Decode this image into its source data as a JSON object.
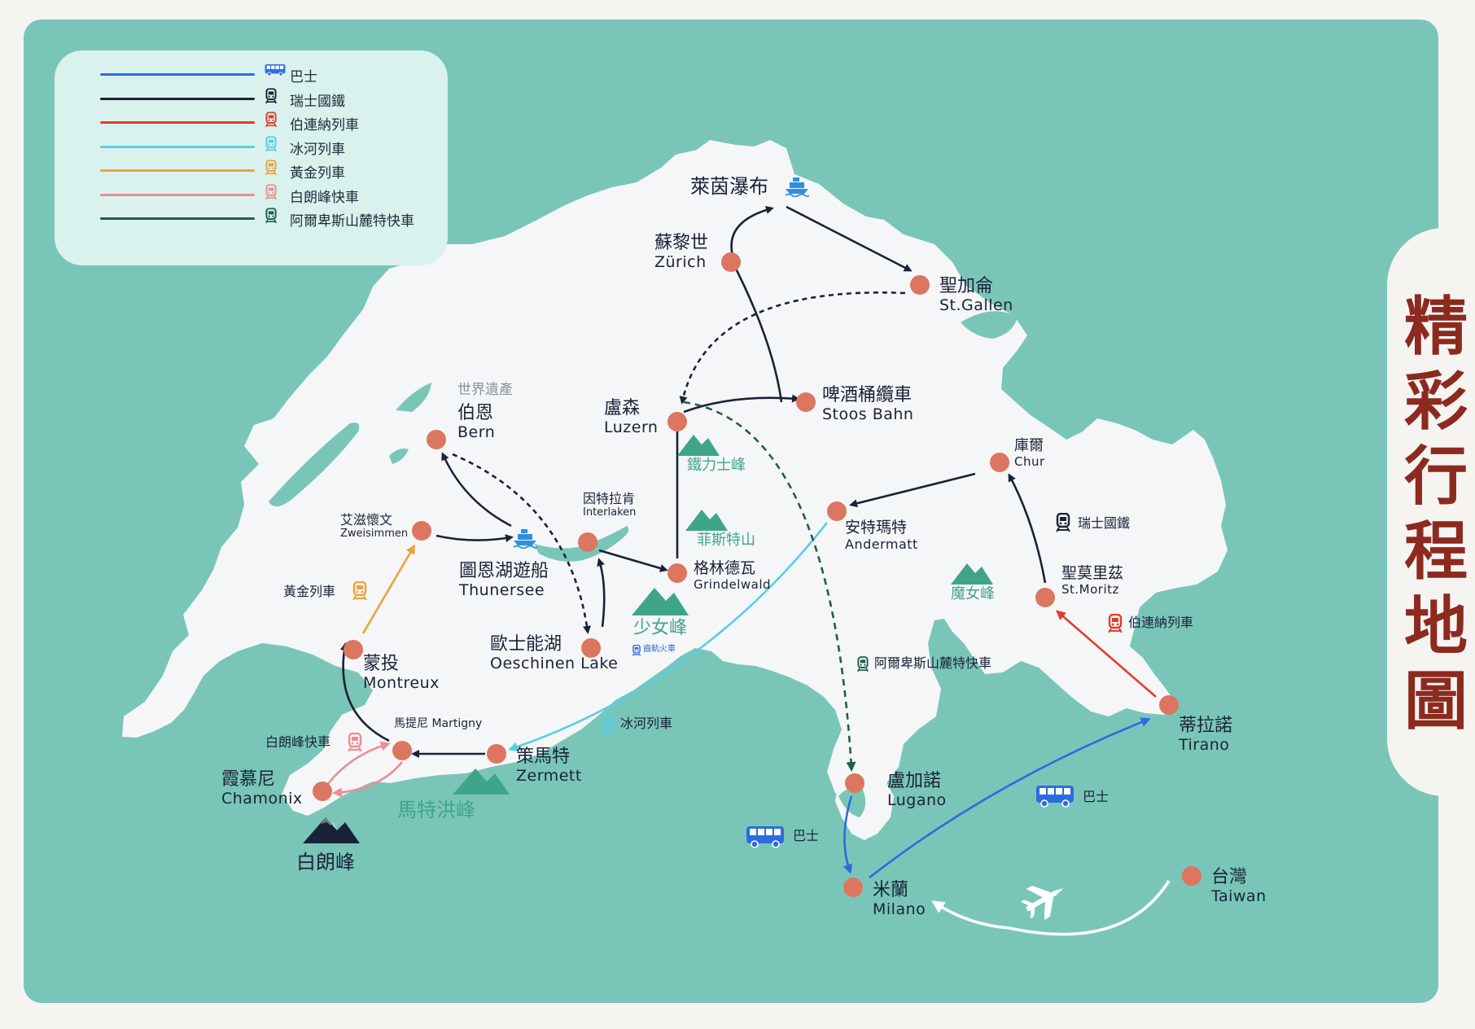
{
  "title": "精彩行程地圖",
  "legend": [
    {
      "label": "巴士",
      "color": "#2d6be0",
      "icon": "bus-icon"
    },
    {
      "label": "瑞士國鐵",
      "color": "#1a2238",
      "icon": "train-icon"
    },
    {
      "label": "伯連納列車",
      "color": "#e63a2c",
      "icon": "train-icon"
    },
    {
      "label": "冰河列車",
      "color": "#58cfe3",
      "icon": "train-icon"
    },
    {
      "label": "黃金列車",
      "color": "#f0a23a",
      "icon": "train-icon"
    },
    {
      "label": "白朗峰快車",
      "color": "#ee8d92",
      "icon": "train-icon"
    },
    {
      "label": "阿爾卑斯山麓特快車",
      "color": "#1e5f4b",
      "icon": "train-icon"
    }
  ],
  "places": [
    {
      "id": "rheinfall",
      "zh": "萊茵瀑布",
      "en": "",
      "icon": "ship-icon"
    },
    {
      "id": "zurich",
      "zh": "蘇黎世",
      "en": "Zürich"
    },
    {
      "id": "stgallen",
      "zh": "聖加侖",
      "en": "St.Gallen"
    },
    {
      "id": "bern",
      "zh": "伯恩",
      "en": "Bern",
      "note": "世界遺產"
    },
    {
      "id": "luzern",
      "zh": "盧森",
      "en": "Luzern"
    },
    {
      "id": "stoos",
      "zh": "啤酒桶纜車",
      "en": "Stoos Bahn"
    },
    {
      "id": "zweisimmen",
      "zh": "艾滋懷文",
      "en": "Zweisimmen"
    },
    {
      "id": "interlaken",
      "zh": "因特拉肯",
      "en": "Interlaken"
    },
    {
      "id": "thunersee",
      "zh": "圖恩湖遊船",
      "en": "Thunersee",
      "icon": "ship-icon"
    },
    {
      "id": "grindelwald",
      "zh": "格林德瓦",
      "en": "Grindelwald"
    },
    {
      "id": "oeschinen",
      "zh": "歐士能湖",
      "en": "Oeschinen Lake"
    },
    {
      "id": "andermatt",
      "zh": "安特瑪特",
      "en": "Andermatt"
    },
    {
      "id": "chur",
      "zh": "庫爾",
      "en": "Chur"
    },
    {
      "id": "stmoritz",
      "zh": "聖莫里茲",
      "en": "St.Moritz"
    },
    {
      "id": "montreux",
      "zh": "蒙投",
      "en": "Montreux"
    },
    {
      "id": "martigny",
      "zh": "馬提尼 Martigny",
      "en": ""
    },
    {
      "id": "zermatt",
      "zh": "策馬特",
      "en": "Zermett"
    },
    {
      "id": "chamonix",
      "zh": "霞慕尼",
      "en": "Chamonix"
    },
    {
      "id": "lugano",
      "zh": "盧加諾",
      "en": "Lugano"
    },
    {
      "id": "milano",
      "zh": "米蘭",
      "en": "Milano"
    },
    {
      "id": "tirano",
      "zh": "蒂拉諾",
      "en": "Tirano"
    },
    {
      "id": "taiwan",
      "zh": "台灣",
      "en": "Taiwan"
    }
  ],
  "mountains": [
    {
      "id": "titlis",
      "label": "鐵力士峰"
    },
    {
      "id": "first",
      "label": "菲斯特山"
    },
    {
      "id": "jungfrau",
      "label": "少女峰",
      "note": "齒軌火車"
    },
    {
      "id": "piz",
      "label": "魔女峰"
    },
    {
      "id": "matterhorn",
      "label": "馬特洪峰"
    },
    {
      "id": "montblanc",
      "label": "白朗峰"
    }
  ],
  "route_labels": [
    {
      "id": "golden",
      "label": "黃金列車",
      "icon": "train-icon",
      "color": "#f0a23a"
    },
    {
      "id": "montblanc-exp",
      "label": "白朗峰快車",
      "icon": "train-icon",
      "color": "#ee8d92"
    },
    {
      "id": "glacier",
      "label": "冰河列車",
      "icon": "train-icon",
      "color": "#58cfe3"
    },
    {
      "id": "sbb",
      "label": "瑞士國鐵",
      "icon": "train-icon",
      "color": "#1a2238"
    },
    {
      "id": "bernina",
      "label": "伯連納列車",
      "icon": "train-icon",
      "color": "#e63a2c"
    },
    {
      "id": "gotthard",
      "label": "阿爾卑斯山麓特快車",
      "icon": "train-icon",
      "color": "#1e5f4b"
    },
    {
      "id": "bus1",
      "label": "巴士",
      "icon": "bus-icon",
      "color": "#2d6be0"
    },
    {
      "id": "bus2",
      "label": "巴士",
      "icon": "bus-icon",
      "color": "#2d6be0"
    }
  ],
  "colors": {
    "water": "#79c6b8",
    "land": "#f5f6f7",
    "lake": "#79c6b8",
    "dot": "#dc7660",
    "mountain": "#3fa58a",
    "mountain_dark": "#1a2238",
    "text": "#1a2238"
  }
}
